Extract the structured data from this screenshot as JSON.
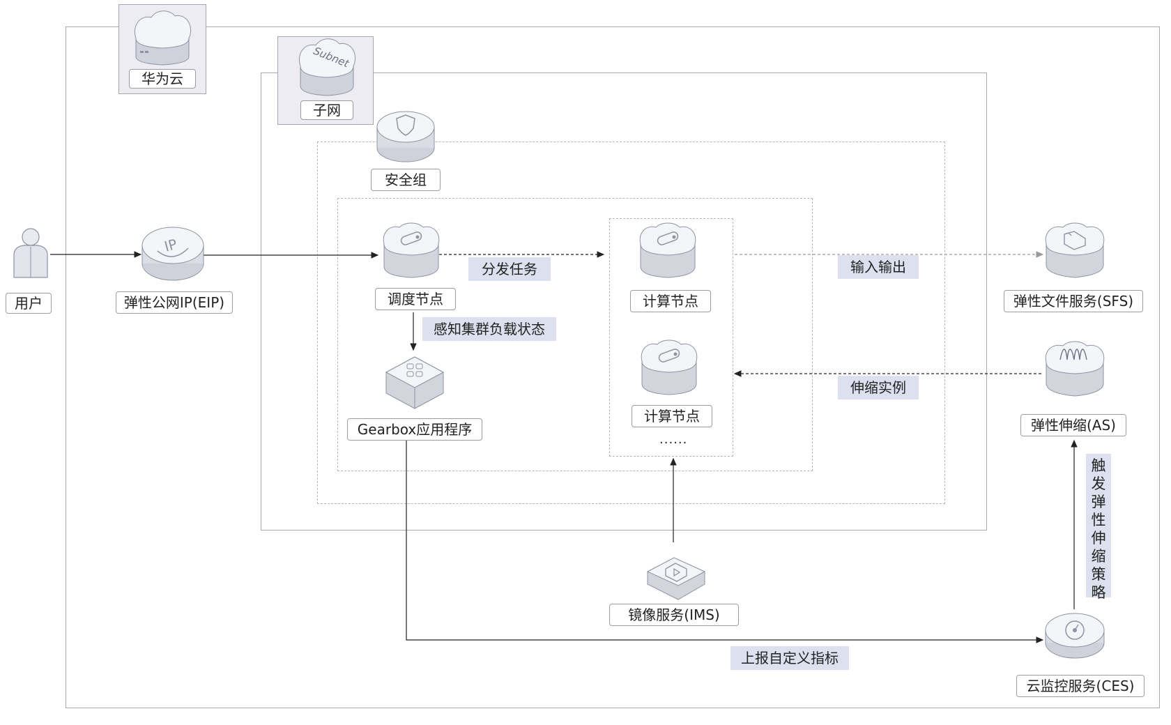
{
  "containers": {
    "cloud_label": "华为云",
    "subnet_label": "子网",
    "subnet_icon_text": "Subnet",
    "security_group_label": "安全组"
  },
  "nodes": {
    "user": "用户",
    "eip": "弹性公网IP(EIP)",
    "scheduler": "调度节点",
    "compute_1": "计算节点",
    "compute_2": "计算节点",
    "compute_more": "......",
    "gearbox": "Gearbox应用程序",
    "sfs": "弹性文件服务(SFS)",
    "as": "弹性伸缩(AS)",
    "ims": "镜像服务(IMS)",
    "ces": "云监控服务(CES)"
  },
  "edges": {
    "dispatch": "分发任务",
    "sense": "感知集群负载状态",
    "io": "输入输出",
    "scale": "伸缩实例",
    "report": "上报自定义指标",
    "trigger": [
      "触",
      "发",
      "弹",
      "性",
      "伸",
      "缩",
      "策",
      "略"
    ]
  },
  "icons": {
    "cloud": "cloud-icon",
    "subnet": "subnet-icon",
    "security_group": "shield-icon",
    "user": "user-icon",
    "eip": "eip-icon",
    "scheduler": "server-node-icon",
    "compute": "server-node-icon",
    "gearbox": "app-grid-icon",
    "sfs": "folder-icon",
    "as": "auto-scaling-icon",
    "ims": "image-icon",
    "ces": "monitor-icon"
  },
  "colors": {
    "frame": "#a9a9a9",
    "tag_bg": "#dde0ee",
    "line": "#333333"
  }
}
